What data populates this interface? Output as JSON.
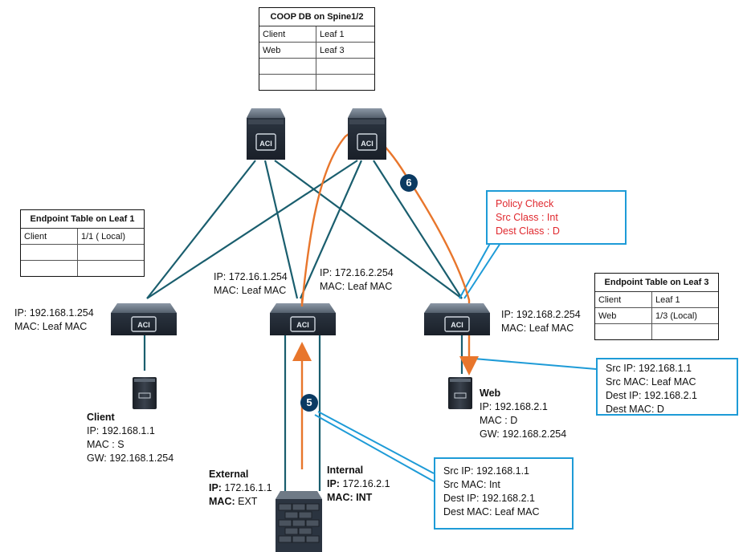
{
  "colors": {
    "link": "#1a5e6e",
    "path": "#e8762c",
    "callout_border": "#1e9bd7",
    "policy_text": "#e0282e",
    "step_badge": "#0b3a62"
  },
  "devices": {
    "switch_logo": "ACI"
  },
  "coop_table": {
    "title": "COOP DB on Spine1/2",
    "rows": [
      [
        "Client",
        "Leaf 1"
      ],
      [
        "Web",
        "Leaf 3"
      ],
      [
        "",
        ""
      ],
      [
        "",
        ""
      ]
    ]
  },
  "leaf1_table": {
    "title": "Endpoint Table on Leaf 1",
    "rows": [
      [
        "Client",
        "1/1 ( Local)"
      ],
      [
        "",
        ""
      ],
      [
        "",
        ""
      ]
    ]
  },
  "leaf3_table": {
    "title": "Endpoint Table on Leaf 3",
    "rows": [
      [
        "Client",
        "Leaf 1"
      ],
      [
        "Web",
        "1/3 (Local)"
      ],
      [
        "",
        ""
      ]
    ]
  },
  "leaf1_label": {
    "ip": "IP: 192.168.1.254",
    "mac": "MAC: Leaf MAC"
  },
  "leaf2_label_left": {
    "ip": "IP: 172.16.1.254",
    "mac": "MAC: Leaf MAC"
  },
  "leaf2_label_right": {
    "ip": "IP: 172.16.2.254",
    "mac": "MAC: Leaf MAC"
  },
  "leaf3_label": {
    "ip": "IP: 192.168.2.254",
    "mac": "MAC: Leaf MAC"
  },
  "client": {
    "name": "Client",
    "ip": "IP: 192.168.1.1",
    "mac": "MAC : S",
    "gw": "GW: 192.168.1.254"
  },
  "web": {
    "name": "Web",
    "ip": "IP: 192.168.2.1",
    "mac": "MAC : D",
    "gw": "GW: 192.168.2.254"
  },
  "external": {
    "name": "External",
    "ip_key": "IP:",
    "ip_val": " 172.16.1.1",
    "mac_key": "MAC:",
    "mac_val": " EXT"
  },
  "internal": {
    "name": "Internal",
    "ip_key": "IP:",
    "ip_val": " 172.16.2.1",
    "mac_key": "MAC:",
    "mac_val": " INT"
  },
  "policy_box": {
    "line1": "Policy Check",
    "line2": "Src Class : Int",
    "line3": "Dest Class : D"
  },
  "web_packet": {
    "line1": "Src IP: 192.168.1.1",
    "line2": "Src MAC: Leaf MAC",
    "line3": "Dest IP: 192.168.2.1",
    "line4": "Dest MAC: D"
  },
  "fw_packet": {
    "line1": "Src IP: 192.168.1.1",
    "line2": "Src MAC: Int",
    "line3": "Dest IP: 192.168.2.1",
    "line4": "Dest MAC: Leaf MAC"
  },
  "steps": {
    "s5": "5",
    "s6": "6"
  }
}
